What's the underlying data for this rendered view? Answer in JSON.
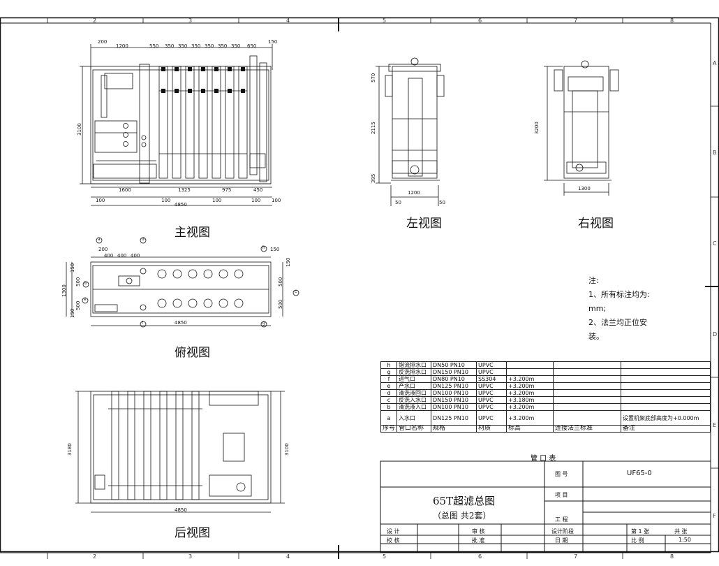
{
  "zones": {
    "top": [
      "2",
      "3",
      "4",
      "5",
      "6",
      "7",
      "8"
    ],
    "bottom": [
      "2",
      "3",
      "4",
      "5",
      "6",
      "7",
      "8"
    ],
    "right": [
      "A",
      "B",
      "C",
      "D",
      "E",
      "F"
    ]
  },
  "views": {
    "front": {
      "caption": "主视图",
      "dims_top": [
        "200",
        "1200",
        "550",
        "350",
        "350",
        "350",
        "350",
        "350",
        "350",
        "650",
        "150"
      ],
      "dims_bottom": [
        "1600",
        "1325",
        "975",
        "450"
      ],
      "dims_bottom2": [
        "100",
        "100",
        "100",
        "100",
        "100"
      ],
      "total": "4850",
      "height": "3100"
    },
    "left": {
      "caption": "左视图",
      "dims": [
        "570",
        "2115",
        "395"
      ],
      "width": "1200",
      "foot": "50"
    },
    "right": {
      "caption": "右视图",
      "height": "3200",
      "width": "1300"
    },
    "top": {
      "caption": "俯视图",
      "dims_top": [
        "200",
        "400",
        "400",
        "400",
        "150"
      ],
      "dims_side": [
        "150",
        "500",
        "500",
        "150"
      ],
      "height": "1300",
      "total": "4850",
      "dims_right": [
        "150",
        "500",
        "500"
      ],
      "markers": [
        "a",
        "d",
        "b",
        "h",
        "e",
        "c",
        "f",
        "g"
      ]
    },
    "back": {
      "caption": "后视图",
      "height_left": "3180",
      "height_right": "3100",
      "total": "4850"
    }
  },
  "notes": {
    "title": "注:",
    "line1": "1、所有标注均为:",
    "line2": "mm;",
    "line3": "2、法兰均正位安",
    "line4": "装。"
  },
  "pipe_table": {
    "caption": "管 口 表",
    "headers": [
      "序号",
      "管口名称",
      "规格",
      "材质",
      "标高",
      "连接法兰标准",
      "备注"
    ],
    "rows": [
      [
        "h",
        "错流排水口",
        "DN50 PN10",
        "UPVC",
        "",
        "",
        ""
      ],
      [
        "g",
        "反洗排水口",
        "DN150 PN10",
        "UPVC",
        "",
        "",
        ""
      ],
      [
        "f",
        "进气口",
        "DN80 PN10",
        "SS304",
        "+3.200m",
        "",
        ""
      ],
      [
        "e",
        "产水口",
        "DN125 PN10",
        "UPVC",
        "+3.200m",
        "",
        ""
      ],
      [
        "d",
        "清洗液回口",
        "DN100 PN10",
        "UPVC",
        "+3.200m",
        "",
        ""
      ],
      [
        "c",
        "反洗入水口",
        "DN150 PN10",
        "UPVC",
        "+3.180m",
        "",
        ""
      ],
      [
        "b",
        "清洗液入口",
        "DN100 PN10",
        "UPVC",
        "+3.200m",
        "",
        ""
      ],
      [
        "a",
        "入水口",
        "DN125 PN10",
        "UPVC",
        "+3.200m",
        "",
        "设置机架底部高度为+0.000m"
      ]
    ]
  },
  "title_block": {
    "title": "65T超滤总图",
    "subtitle": "（总图 共2套）",
    "drawing_no_label": "图 号",
    "drawing_no": "UF65-0",
    "project_label": "项 目",
    "eng_label": "工 程",
    "design_label": "设 计",
    "review_label": "审 核",
    "stage_label": "设计阶段",
    "sheet": "第 1 张",
    "total_sheets": "共 张",
    "check_label": "校 核",
    "approve_label": "批 准",
    "date_label": "日 期",
    "scale_label": "比 例",
    "scale": "1:50"
  }
}
